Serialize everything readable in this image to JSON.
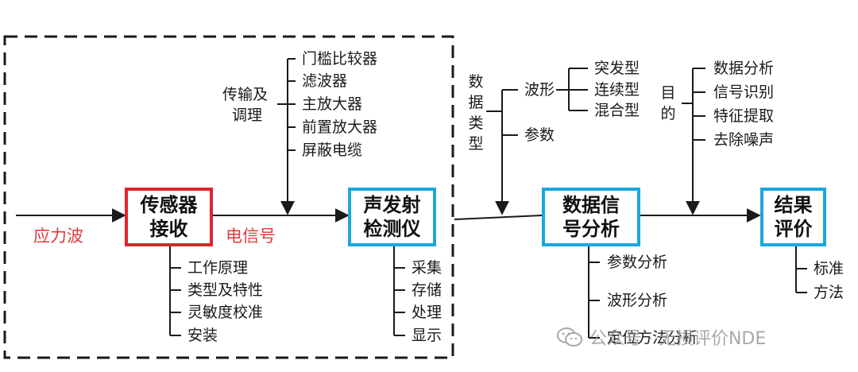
{
  "dashed_group": {
    "note": ""
  },
  "inputs": {
    "stress_wave": "应力波",
    "electric_signal": "电信号"
  },
  "boxes": {
    "sensor": {
      "line1": "传感器",
      "line2": "接收"
    },
    "ae_instrument": {
      "line1": "声发射",
      "line2": "检测仪"
    },
    "data_analysis": {
      "line1": "数据信",
      "line2": "号分析"
    },
    "result": {
      "line1": "结果",
      "line2": "评价"
    }
  },
  "transmission": {
    "label_line1": "传输及",
    "label_line2": "调理",
    "items": [
      "门槛比较器",
      "滤波器",
      "主放大器",
      "前置放大器",
      "屏蔽电缆"
    ]
  },
  "sensor_items": [
    "工作原理",
    "类型及特性",
    "灵敏度校准",
    "安装"
  ],
  "instrument_items": [
    "采集",
    "存储",
    "处理",
    "显示"
  ],
  "data_type": {
    "label_chars": [
      "数",
      "据",
      "类",
      "型"
    ],
    "waveform": "波形",
    "parameter": "参数",
    "waveform_types": [
      "突发型",
      "连续型",
      "混合型"
    ]
  },
  "analysis_items": [
    "参数分析",
    "波形分析",
    "定位方法分析"
  ],
  "purpose": {
    "label_chars": [
      "目",
      "的"
    ],
    "items": [
      "数据分析",
      "信号识别",
      "特征提取",
      "去除噪声"
    ]
  },
  "result_items": [
    "标准",
    "方法"
  ],
  "watermark": {
    "text": "公众号 · 无损评价NDE"
  },
  "colors": {
    "red": "#e3232a",
    "blue": "#1aa7de",
    "label_red": "#e0393c",
    "line": "#1a1a1a"
  }
}
